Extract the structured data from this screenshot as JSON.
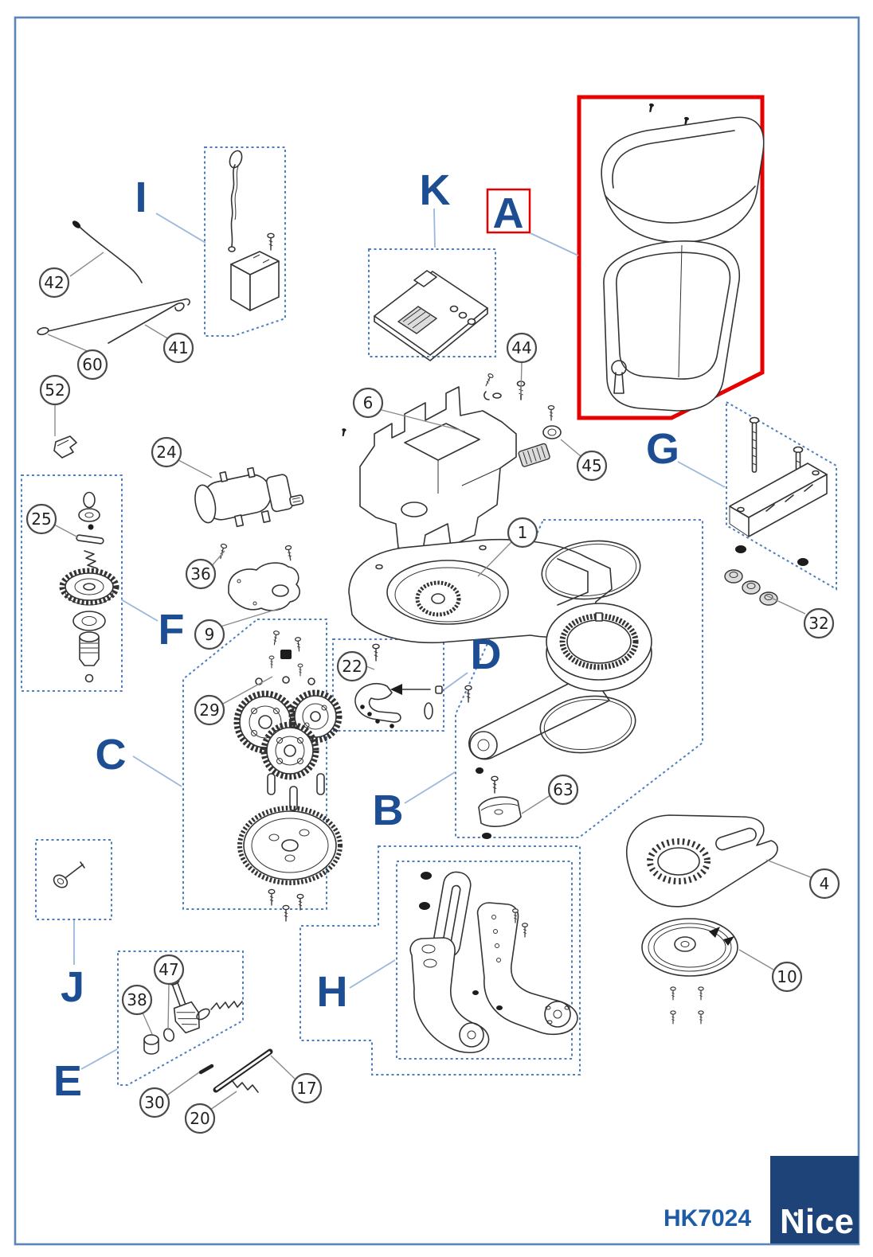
{
  "page": {
    "code": "HK7024",
    "brand": "Nice"
  },
  "colors": {
    "accent_blue": "#1d4e94",
    "dashed_blue": "#4d7fc0",
    "border_blue": "#5b86b8",
    "highlight_red": "#e60000",
    "logo_navy": "#1e4379",
    "code_blue": "#1e5ca8"
  },
  "sections": [
    {
      "letter": "A",
      "highlighted": true
    },
    {
      "letter": "B"
    },
    {
      "letter": "C"
    },
    {
      "letter": "D"
    },
    {
      "letter": "E"
    },
    {
      "letter": "F"
    },
    {
      "letter": "G"
    },
    {
      "letter": "H"
    },
    {
      "letter": "I"
    },
    {
      "letter": "J"
    },
    {
      "letter": "K"
    }
  ],
  "callouts": [
    {
      "num": "1"
    },
    {
      "num": "4"
    },
    {
      "num": "6"
    },
    {
      "num": "9"
    },
    {
      "num": "10"
    },
    {
      "num": "17"
    },
    {
      "num": "20"
    },
    {
      "num": "22"
    },
    {
      "num": "24"
    },
    {
      "num": "25"
    },
    {
      "num": "29"
    },
    {
      "num": "30"
    },
    {
      "num": "32"
    },
    {
      "num": "36"
    },
    {
      "num": "38"
    },
    {
      "num": "41"
    },
    {
      "num": "42"
    },
    {
      "num": "44"
    },
    {
      "num": "45"
    },
    {
      "num": "47"
    },
    {
      "num": "52"
    },
    {
      "num": "60"
    },
    {
      "num": "63"
    }
  ]
}
